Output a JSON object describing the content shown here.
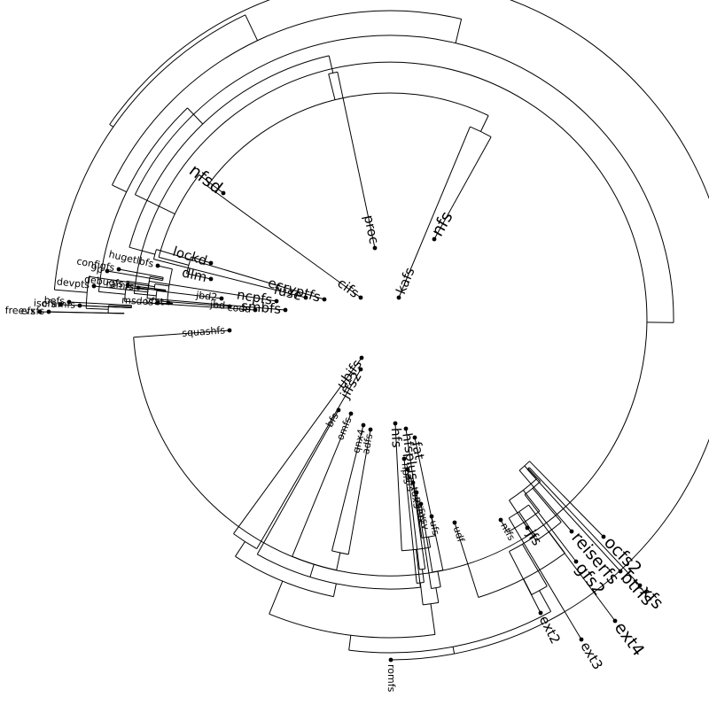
{
  "diagram": {
    "type": "radial-cluster-dendrogram",
    "colors": {
      "ink": "#000000",
      "background": "#ffffff"
    },
    "leaves": [
      {
        "id": "efs",
        "label": "efs",
        "size": "s"
      },
      {
        "id": "freevxfs",
        "label": "freevxfs",
        "size": "s"
      },
      {
        "id": "isofs",
        "label": "isofs",
        "size": "s"
      },
      {
        "id": "befs",
        "label": "befs",
        "size": "s"
      },
      {
        "id": "cramfs",
        "label": "cramfs",
        "size": "s"
      },
      {
        "id": "devpts",
        "label": "devpts",
        "size": "s"
      },
      {
        "id": "9p",
        "label": "9p",
        "size": "s"
      },
      {
        "id": "configfs",
        "label": "configfs",
        "size": "s"
      },
      {
        "id": "debugfs",
        "label": "debugfs",
        "size": "s"
      },
      {
        "id": "ramfs",
        "label": "ramfs",
        "size": "s"
      },
      {
        "id": "hugetlbfs",
        "label": "hugetlbfs",
        "size": "s"
      },
      {
        "id": "msdos",
        "label": "msdos",
        "size": "s"
      },
      {
        "id": "vfat",
        "label": "vfat",
        "size": "s"
      },
      {
        "id": "nfsd",
        "label": "nfsd",
        "size": "l"
      },
      {
        "id": "lockd",
        "label": "lockd",
        "size": "m"
      },
      {
        "id": "dlm",
        "label": "dlm",
        "size": "m"
      },
      {
        "id": "jbd2",
        "label": "jbd2",
        "size": "s"
      },
      {
        "id": "jbd",
        "label": "jbd",
        "size": "s"
      },
      {
        "id": "squashfs",
        "label": "squashfs",
        "size": "s"
      },
      {
        "id": "coda",
        "label": "coda",
        "size": "s"
      },
      {
        "id": "ncpfs",
        "label": "ncpfs",
        "size": "m"
      },
      {
        "id": "smbfs",
        "label": "smbfs",
        "size": "m"
      },
      {
        "id": "fuse",
        "label": "fuse",
        "size": "m"
      },
      {
        "id": "ecryptfs",
        "label": "ecryptfs",
        "size": "m"
      },
      {
        "id": "proc",
        "label": "proc",
        "size": "m"
      },
      {
        "id": "cifs",
        "label": "cifs",
        "size": "m"
      },
      {
        "id": "nfs",
        "label": "nfs",
        "size": "l"
      },
      {
        "id": "kafs",
        "label": "kafs",
        "size": "m"
      },
      {
        "id": "ubifs",
        "label": "ubifs",
        "size": "m"
      },
      {
        "id": "jffs2",
        "label": "jffs2",
        "size": "m"
      },
      {
        "id": "bfs",
        "label": "bfs",
        "size": "s"
      },
      {
        "id": "omfs",
        "label": "omfs",
        "size": "s"
      },
      {
        "id": "qnx4",
        "label": "qnx4",
        "size": "s"
      },
      {
        "id": "adfs",
        "label": "adfs",
        "size": "s"
      },
      {
        "id": "hfs",
        "label": "hfs",
        "size": "m"
      },
      {
        "id": "hfsplus",
        "label": "hfsplus",
        "size": "m"
      },
      {
        "id": "fat",
        "label": "fat",
        "size": "m"
      },
      {
        "id": "hpfs",
        "label": "hpfs",
        "size": "s"
      },
      {
        "id": "affs",
        "label": "affs",
        "size": "s"
      },
      {
        "id": "tux3",
        "label": "tux3",
        "size": "s"
      },
      {
        "id": "minix",
        "label": "minix",
        "size": "s"
      },
      {
        "id": "sysv",
        "label": "sysv",
        "size": "s"
      },
      {
        "id": "ufs",
        "label": "ufs",
        "size": "s"
      },
      {
        "id": "udf",
        "label": "udf",
        "size": "s"
      },
      {
        "id": "ntfs",
        "label": "ntfs",
        "size": "s"
      },
      {
        "id": "jfs",
        "label": "jfs",
        "size": "m"
      },
      {
        "id": "reiserfs",
        "label": "reiserfs",
        "size": "l"
      },
      {
        "id": "ocfs2",
        "label": "ocfs2",
        "size": "l"
      },
      {
        "id": "gfs2",
        "label": "gfs2",
        "size": "l"
      },
      {
        "id": "btrfs",
        "label": "btrfs",
        "size": "l"
      },
      {
        "id": "xfs",
        "label": "xfs",
        "size": "l"
      },
      {
        "id": "ext2",
        "label": "ext2",
        "size": "m"
      },
      {
        "id": "ext4",
        "label": "ext4",
        "size": "l"
      },
      {
        "id": "ext3",
        "label": "ext3",
        "size": "m"
      },
      {
        "id": "romfs",
        "label": "romfs",
        "size": "s"
      }
    ]
  }
}
